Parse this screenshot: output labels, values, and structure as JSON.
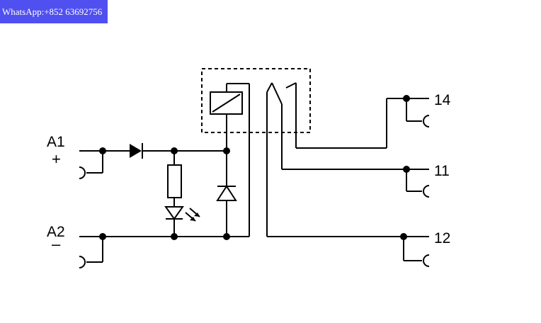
{
  "watermark": {
    "text": "WhatsApp:+852 63692756"
  },
  "terminals": {
    "a1": {
      "name": "A1",
      "polarity": "+"
    },
    "a2": {
      "name": "A2",
      "polarity": "–"
    },
    "t14": "14",
    "t11": "11",
    "t12": "12"
  }
}
